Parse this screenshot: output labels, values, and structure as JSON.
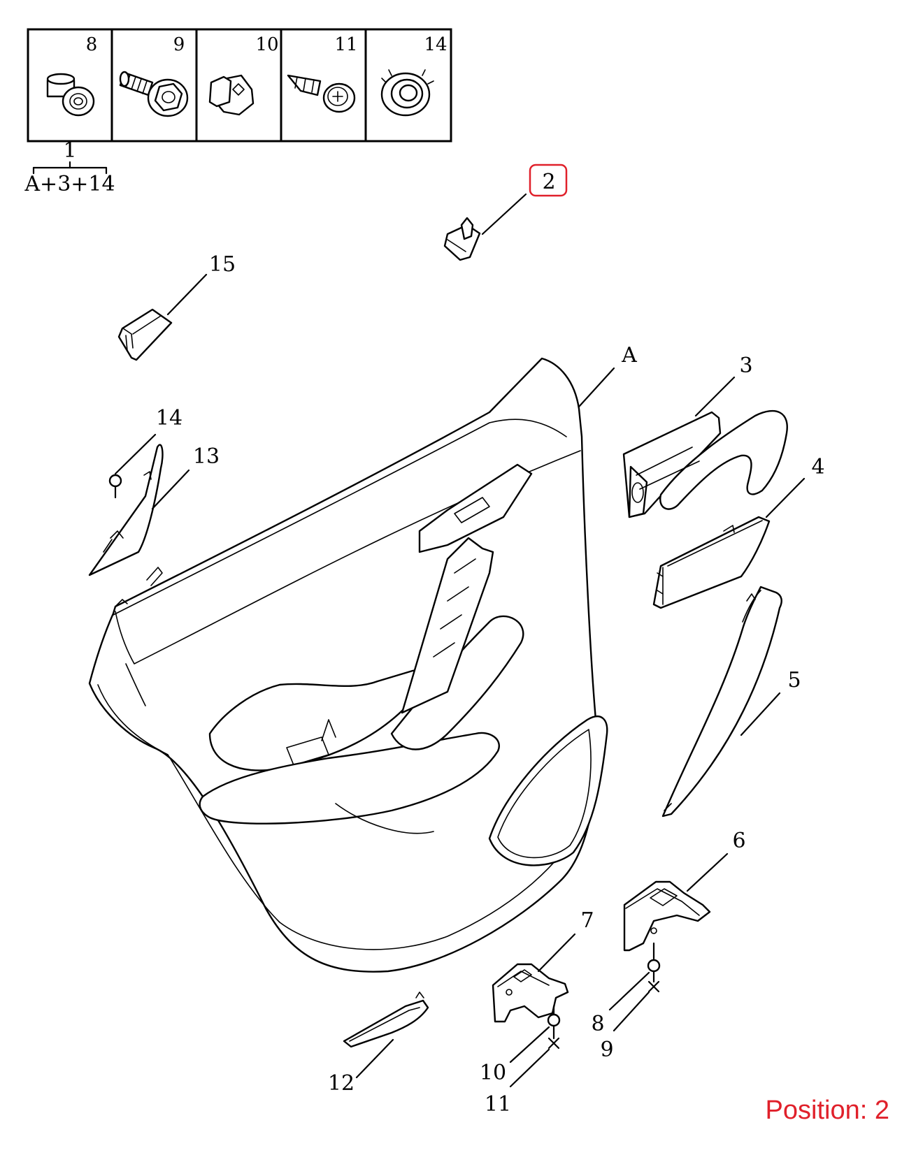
{
  "kit": {
    "items": [
      {
        "number": "8",
        "icon": "rivet-nut-icon"
      },
      {
        "number": "9",
        "icon": "flange-bolt-icon"
      },
      {
        "number": "10",
        "icon": "square-nut-icon"
      },
      {
        "number": "11",
        "icon": "tapping-screw-icon"
      },
      {
        "number": "14",
        "icon": "clip-icon"
      }
    ],
    "assembly_number": "1",
    "assembly_contents": "A+3+14"
  },
  "callouts": {
    "c2": "2",
    "c15": "15",
    "cA": "A",
    "c3": "3",
    "c4": "4",
    "c14": "14",
    "c13": "13",
    "c5": "5",
    "c6": "6",
    "c7": "7",
    "c8": "8",
    "c9": "9",
    "c10": "10",
    "c11": "11",
    "c12": "12"
  },
  "highlight": {
    "callout": "2",
    "color": "#e0202a"
  },
  "position_text": "Position: 2"
}
